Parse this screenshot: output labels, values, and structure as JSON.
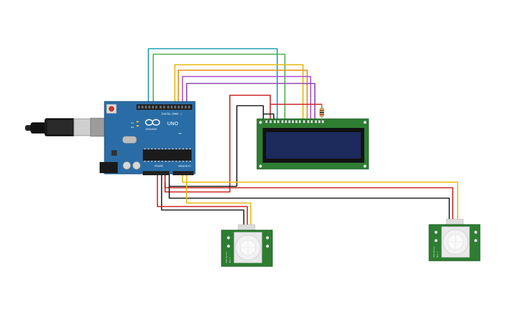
{
  "arduino": {
    "brand": "ARDUINO",
    "model": "UNO",
    "digital_label": "DIGITAL (PWM ~)",
    "power_label": "POWER",
    "analog_label": "ANALOG IN",
    "tx_label": "TX",
    "rx_label": "RX",
    "on_label": "ON"
  },
  "pir_left": {
    "side_label": "PIR Sensor",
    "side_label_2": "Rev 1"
  },
  "pir_right": {
    "side_label": "PIR Sensor",
    "side_label_2": "Rev 1"
  },
  "colors": {
    "arduino_board": "#2a6da6",
    "lcd_board": "#2e7d32",
    "lcd_screen": "#1d2a5c",
    "pir_board": "#2e7d32",
    "wire_teal": "#1aa0b4",
    "wire_green": "#4cb050",
    "wire_yellow": "#e8b80c",
    "wire_orange": "#e88e0c",
    "wire_purple": "#8e44ad",
    "wire_red": "#cc2222",
    "wire_black": "#222222"
  }
}
